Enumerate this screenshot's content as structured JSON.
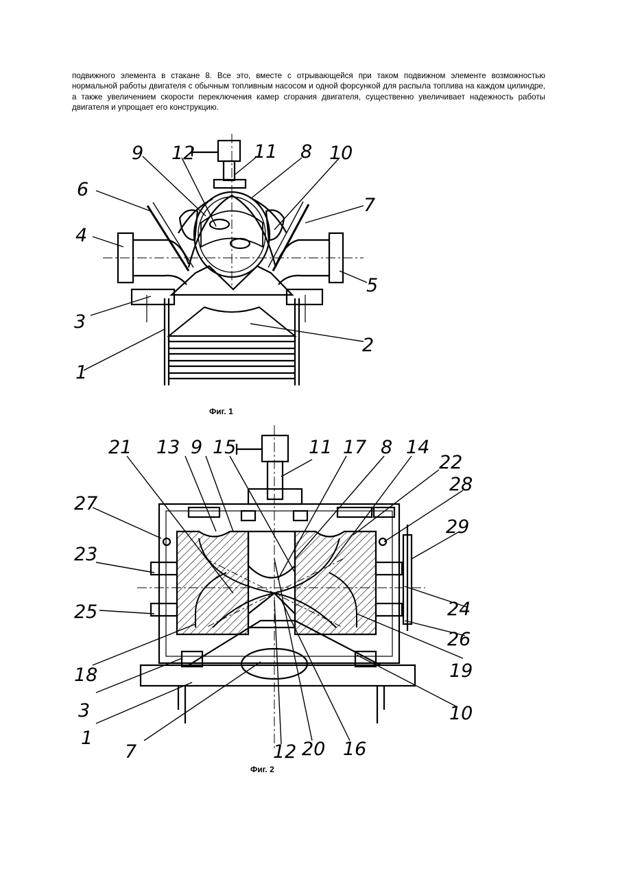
{
  "text": {
    "paragraph": "подвижного элемента в стакане 8. Все это, вместе с отрывающейся при таком подвижном элементе возможностью нормальной работы двигателя с обычным топливным насосом и одной форсункой для распыла топлива на каждом цилиндре, а также увеличением скорости переключения камер сгорания двигателя, существенно увеличивает надежность работы двигателя и упрощает его конструкцию."
  },
  "figures": [
    {
      "caption": "Фиг. 1",
      "labels": [
        "9",
        "12",
        "11",
        "8",
        "10",
        "6",
        "7",
        "4",
        "5",
        "3",
        "2",
        "1"
      ]
    },
    {
      "caption": "Фиг. 2",
      "labels": [
        "21",
        "13",
        "9",
        "15",
        "11",
        "17",
        "8",
        "14",
        "22",
        "27",
        "28",
        "29",
        "23",
        "24",
        "25",
        "26",
        "18",
        "19",
        "3",
        "10",
        "1",
        "7",
        "12",
        "20",
        "16"
      ]
    }
  ]
}
